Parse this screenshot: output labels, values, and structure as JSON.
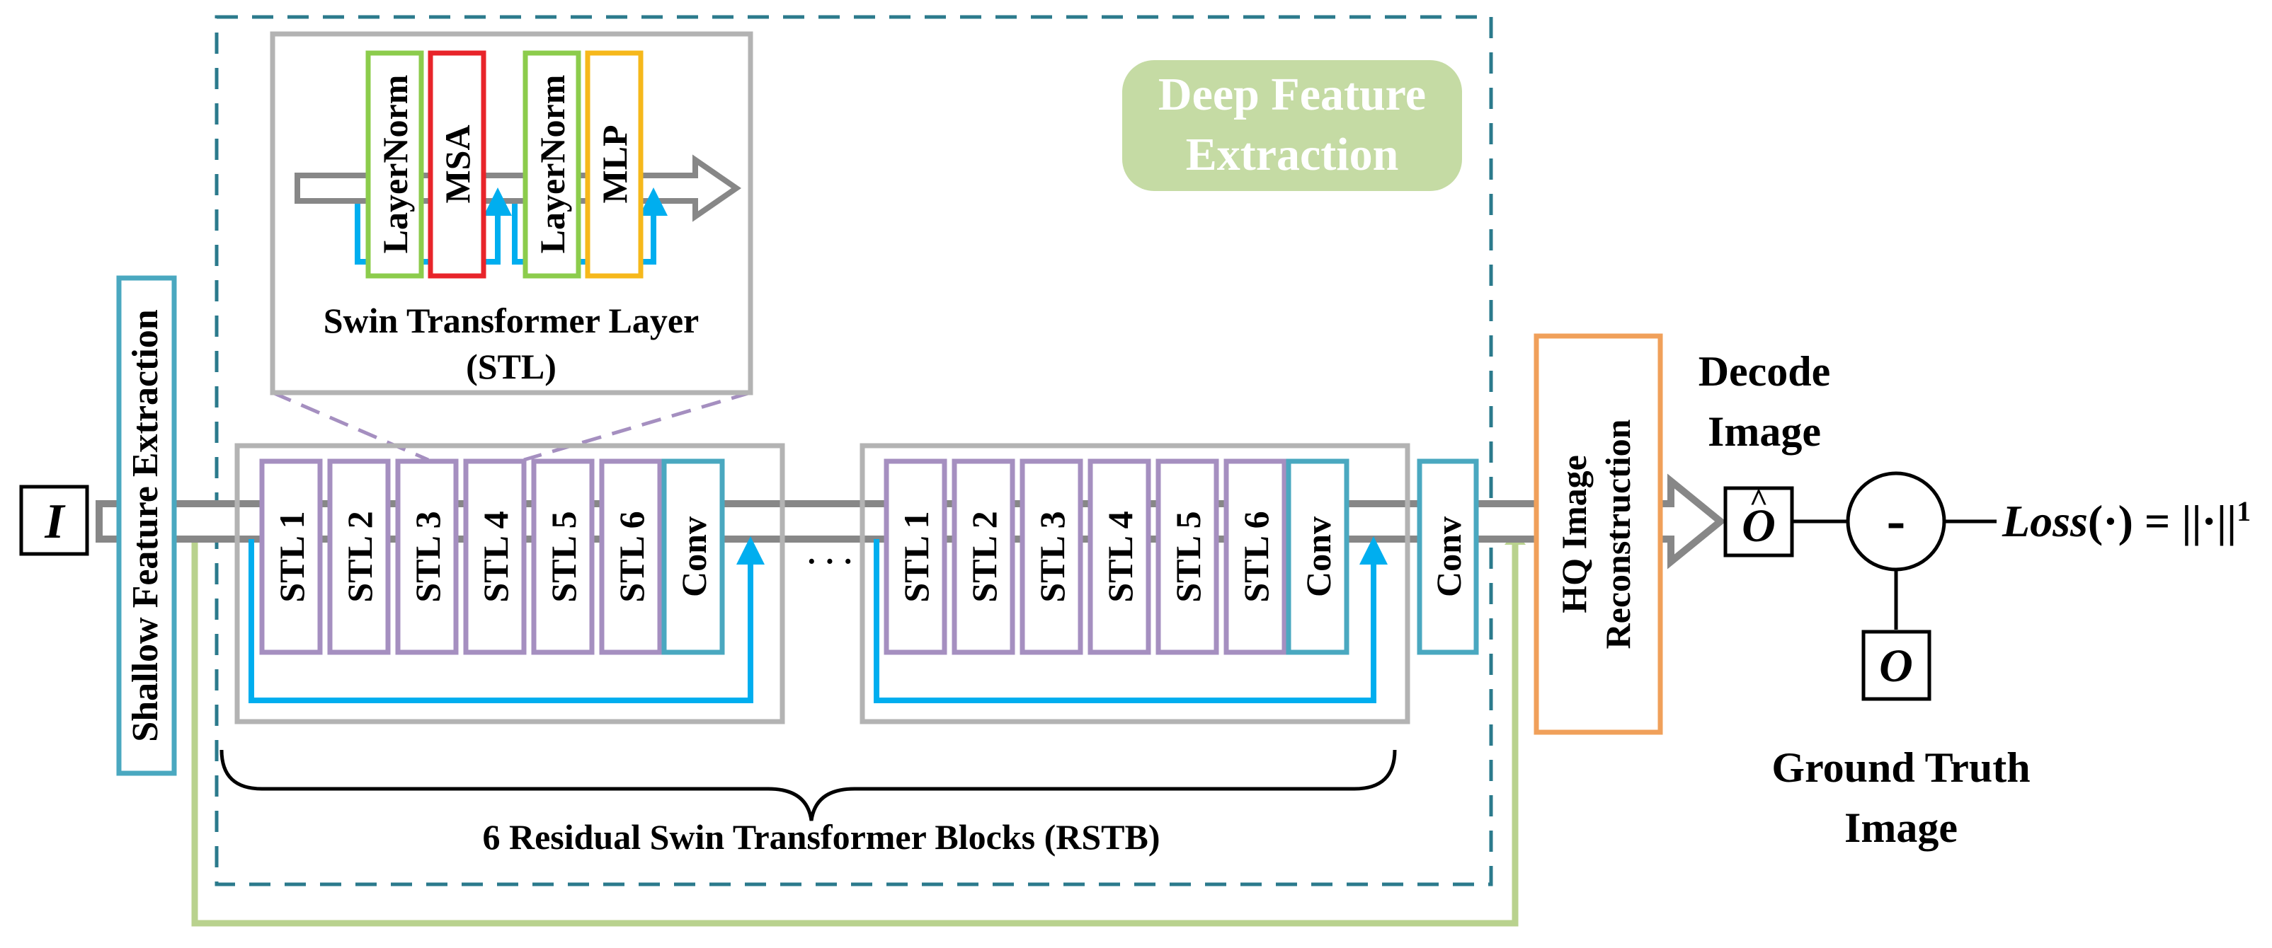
{
  "deep_feature_label": [
    "Deep Feature",
    "Extraction"
  ],
  "shallow_feature_label": "Shallow Feature Extraction",
  "input_symbol": "I",
  "stl_detail": {
    "caption_line1": "Swin Transformer Layer",
    "caption_line2": "(STL)",
    "layernorm_1": "LayerNorm",
    "msa": "MSA",
    "layernorm_2": "LayerNorm",
    "mlp": "MLP"
  },
  "rstb_block_1": {
    "stl_labels": [
      "STL 1",
      "STL 2",
      "STL 3",
      "STL 4",
      "STL 5",
      "STL 6"
    ],
    "conv_label": "Conv"
  },
  "ellipsis": "· · ·",
  "rstb_block_2": {
    "stl_labels": [
      "STL 1",
      "STL 2",
      "STL 3",
      "STL 4",
      "STL 5",
      "STL 6"
    ],
    "conv_label": "Conv"
  },
  "final_conv_label": "Conv",
  "rstb_brace_label": "6 Residual Swin Transformer Blocks (RSTB)",
  "hq_reconstruction": [
    "HQ Image",
    "Reconstruction"
  ],
  "decode_image_label": [
    "Decode",
    "Image"
  ],
  "output_hat_symbol": "O",
  "output_hat_mark": "^",
  "minus_symbol": "-",
  "ground_truth_symbol": "O",
  "ground_truth_label": [
    "Ground Truth",
    "Image"
  ],
  "loss": {
    "name": "Loss",
    "args": "(·) = ||·||",
    "exponent": "1"
  },
  "colors": {
    "stl_purple": "#a58fc0",
    "conv_teal": "#4aa8c0",
    "skip_blue": "#00aeef",
    "global_skip_green": "#b9d28e",
    "deep_frame": "#2b7a8c",
    "block_frame": "#b3b3b3",
    "arrow_gray": "#878787",
    "layernorm_green": "#8ccc4c",
    "msa_red": "#e8242a",
    "mlp_yellow": "#f6b81b",
    "hq_orange": "#f0a05a",
    "deep_badge_fill": "#c5dba4"
  }
}
